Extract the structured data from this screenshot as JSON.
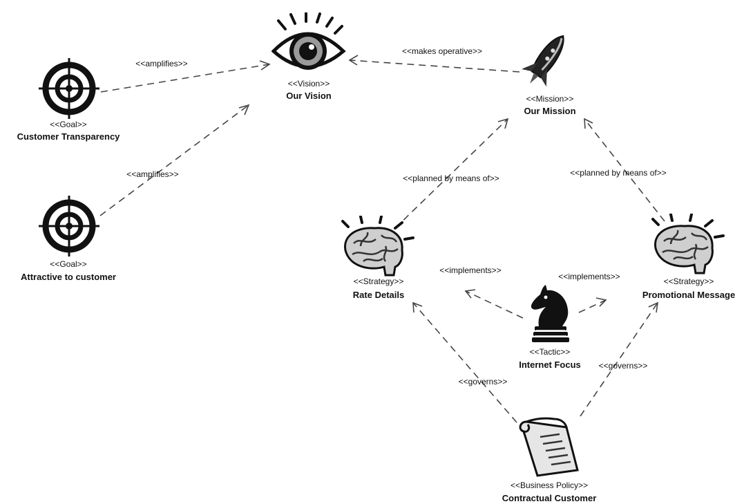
{
  "nodes": {
    "vision": {
      "stereotype": "<<Vision>>",
      "name": "Our Vision",
      "icon": "eye-icon"
    },
    "mission": {
      "stereotype": "<<Mission>>",
      "name": "Our Mission",
      "icon": "rocket-icon"
    },
    "goal_transparency": {
      "stereotype": "<<Goal>>",
      "name": "Customer Transparency",
      "icon": "target-icon"
    },
    "goal_attractive": {
      "stereotype": "<<Goal>>",
      "name": "Attractive to customer",
      "icon": "target-icon"
    },
    "strategy_rate": {
      "stereotype": "<<Strategy>>",
      "name": "Rate Details",
      "icon": "brain-icon"
    },
    "strategy_promo": {
      "stereotype": "<<Strategy>>",
      "name": "Promotional Message",
      "icon": "brain-icon"
    },
    "tactic_internet": {
      "stereotype": "<<Tactic>>",
      "name": "Internet Focus",
      "icon": "chess-knight-icon"
    },
    "policy_contractual": {
      "stereotype": "<<Business Policy>>",
      "name": "Contractual Customer",
      "icon": "scroll-icon"
    }
  },
  "edges": {
    "amplifies_1": "<<amplifies>>",
    "amplifies_2": "<<amplifies>>",
    "makes_operative": "<<makes operative>>",
    "planned_rate": "<<planned by means of>>",
    "planned_promo": "<<planned by means of>>",
    "implements_rate": "<<implements>>",
    "implements_promo": "<<implements>>",
    "governs_rate": "<<governs>>",
    "governs_promo": "<<governs>>"
  }
}
